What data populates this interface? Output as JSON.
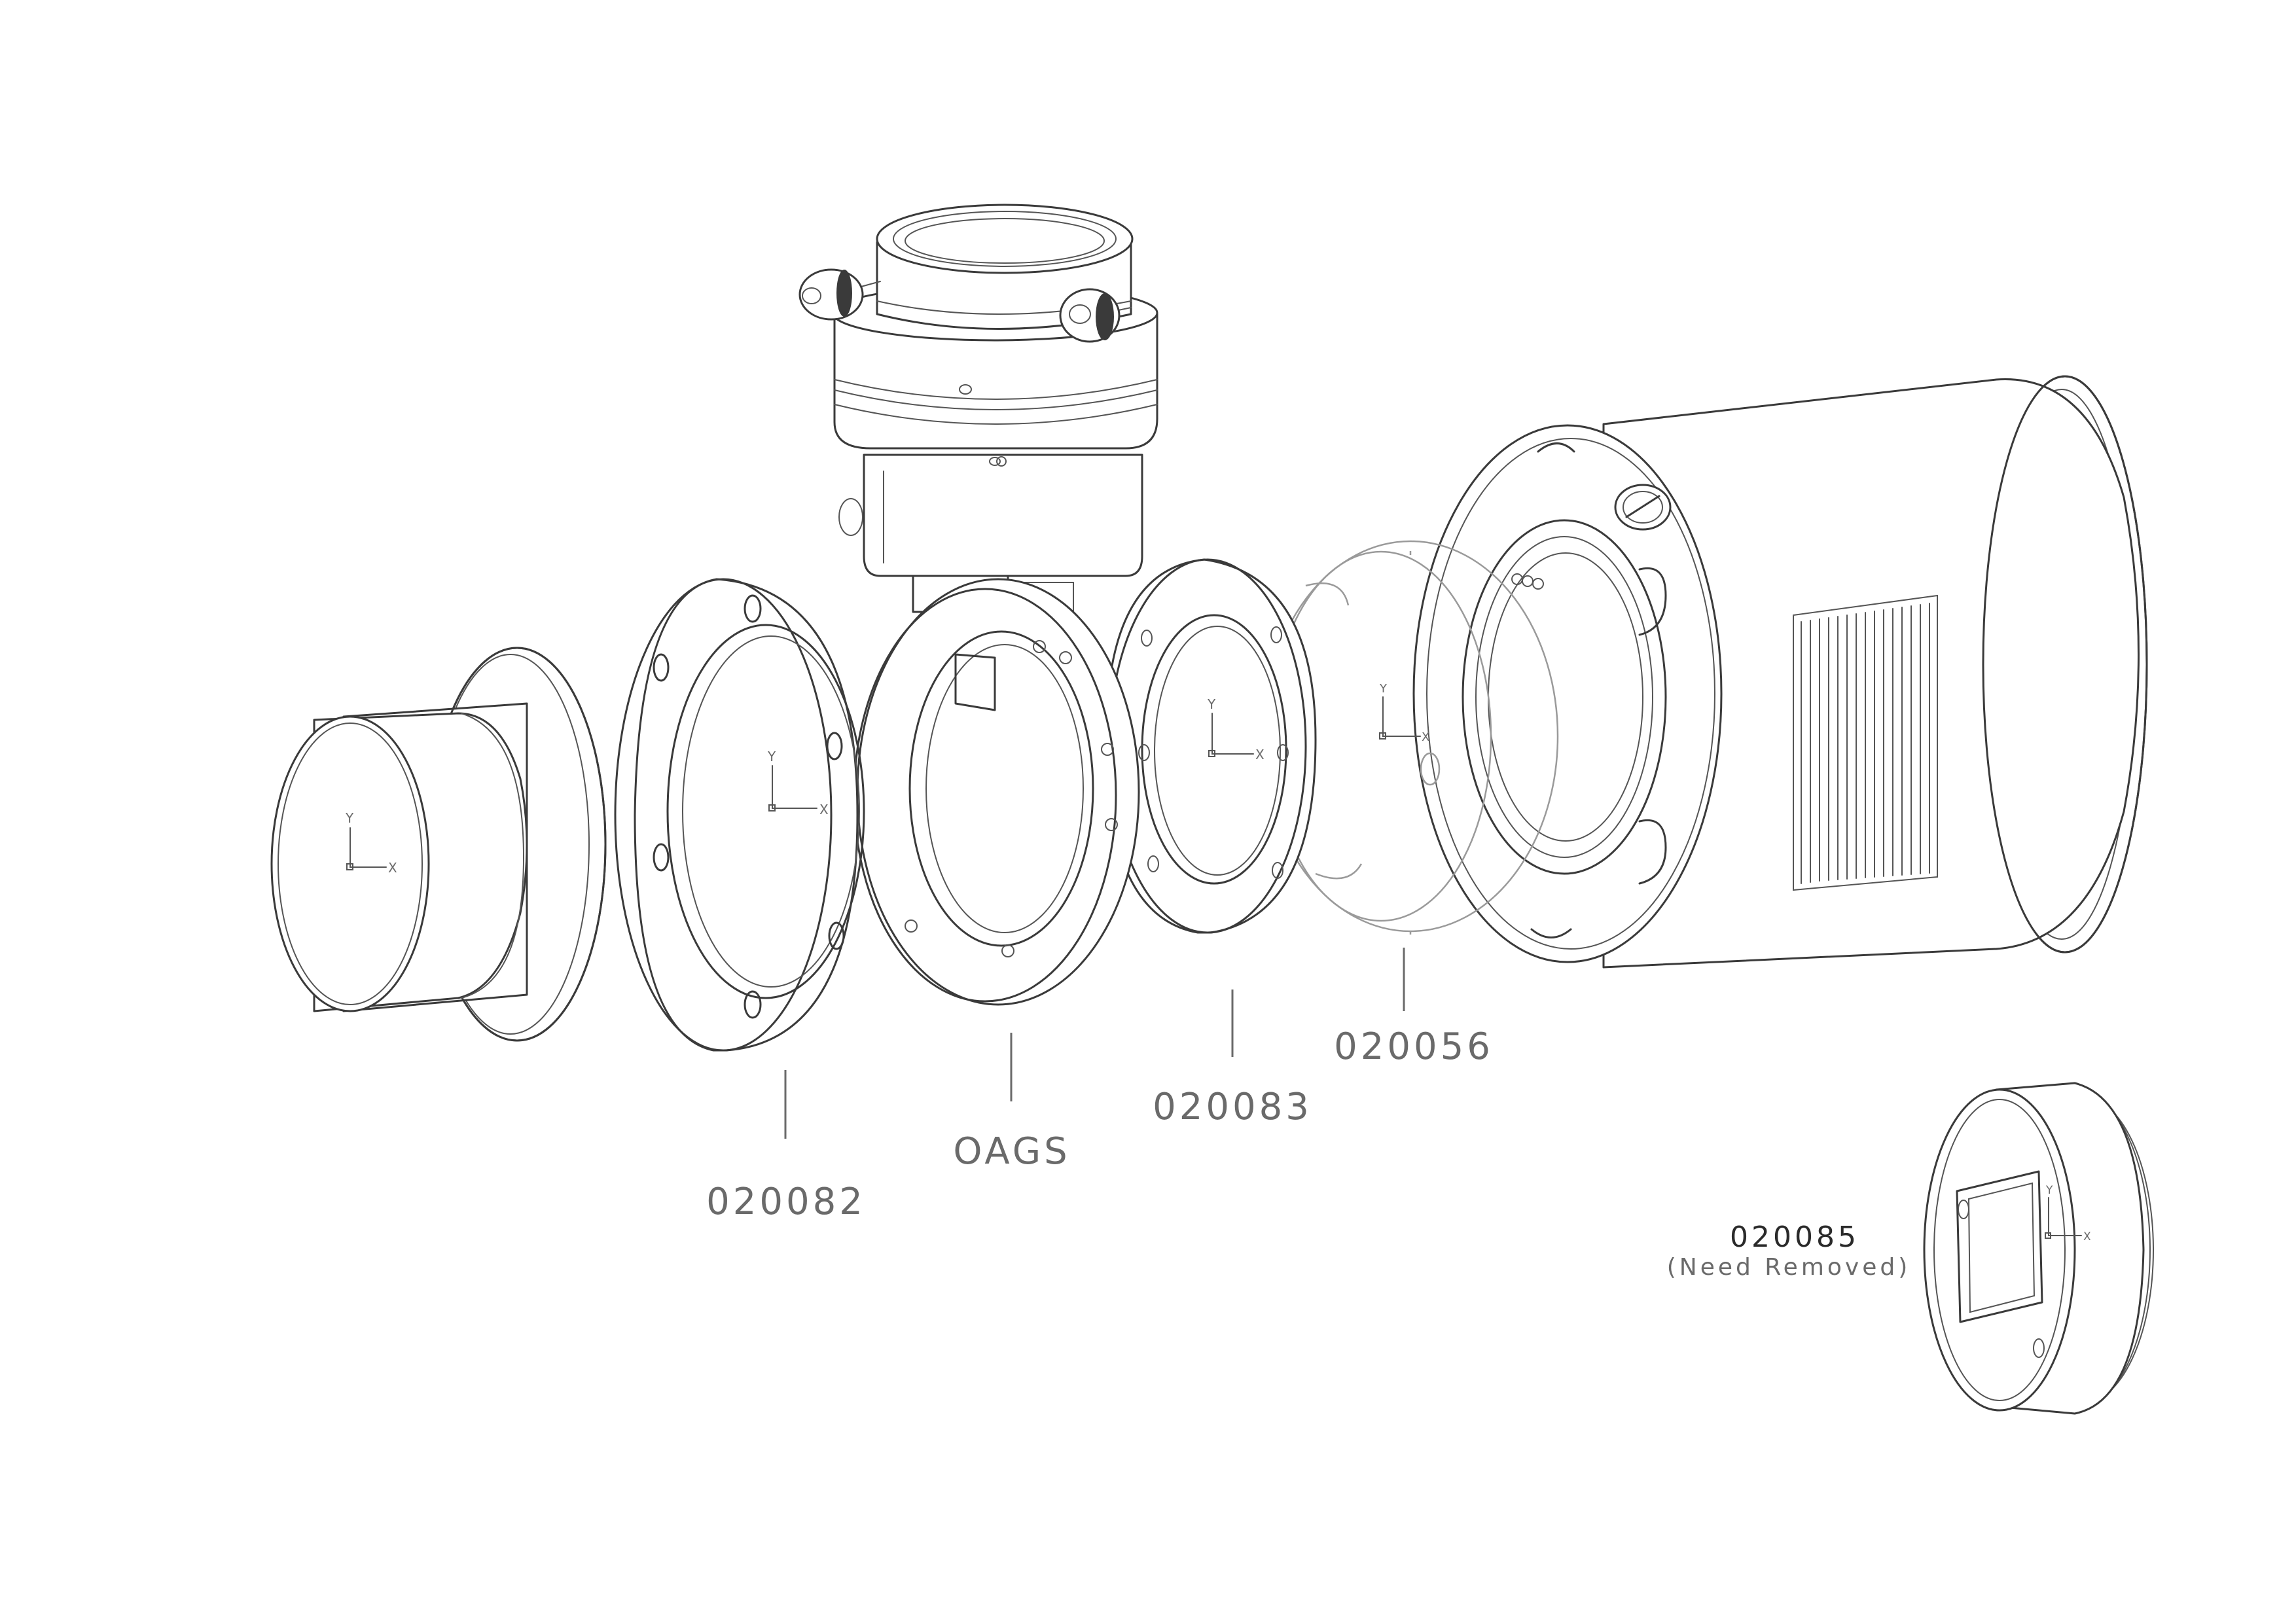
{
  "callouts": {
    "adapter_nosepiece": "020082",
    "oag": "OAGS",
    "flange_ring": "020083",
    "thin_ring": "020056",
    "tilt_plate": "020085",
    "tilt_plate_note": "(Need Removed)"
  },
  "axis_labels": {
    "x": "X",
    "y": "Y"
  },
  "colors": {
    "line": "#3a3a3a",
    "label": "#6a6a6a",
    "background": "#ffffff"
  }
}
